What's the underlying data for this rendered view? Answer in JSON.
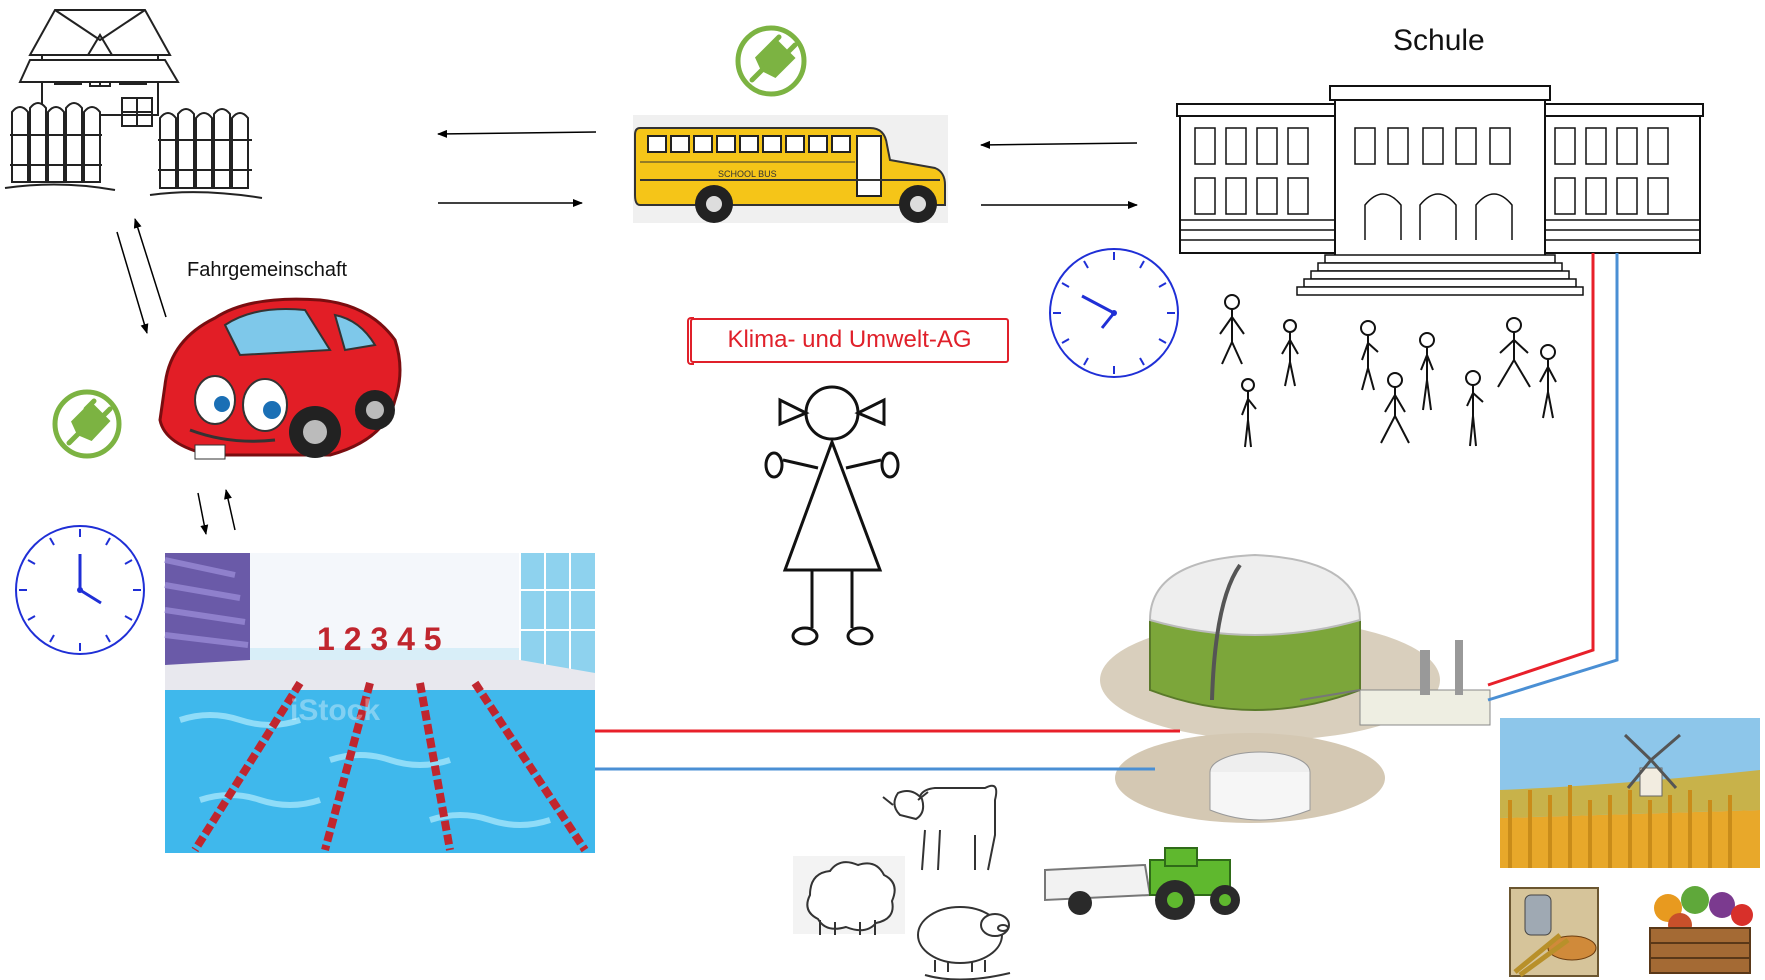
{
  "labels": {
    "school": "Schule",
    "carpool": "Fahrgemeinschaft",
    "club": "Klima- und Umwelt-AG",
    "bus_sign": "SCHOOL BUS",
    "lane_numbers": "1 2 3 4 5",
    "pool_watermark": "iStock"
  },
  "colors": {
    "charge_icon": "#7cb342",
    "clock": "#1f2fd6",
    "heat_supply": "#e8202a",
    "heat_return": "#4a8fd4",
    "bus": "#f5c518",
    "car": "#e21e26",
    "pool_water": "#3fb8ec",
    "banner": "#e0202a"
  },
  "icons": [
    "house-icon",
    "school-bus-icon",
    "school-building-icon",
    "electric-plug-icon",
    "clock-icon",
    "red-car-icon",
    "swimming-pool-icon",
    "biogas-plant-icon",
    "girl-stick-figure-icon",
    "students-stick-figures-icon",
    "cow-icon",
    "sheep-icon",
    "pig-icon",
    "tractor-icon",
    "wheat-field-icon",
    "grain-products-icon",
    "vegetable-crate-icon"
  ]
}
